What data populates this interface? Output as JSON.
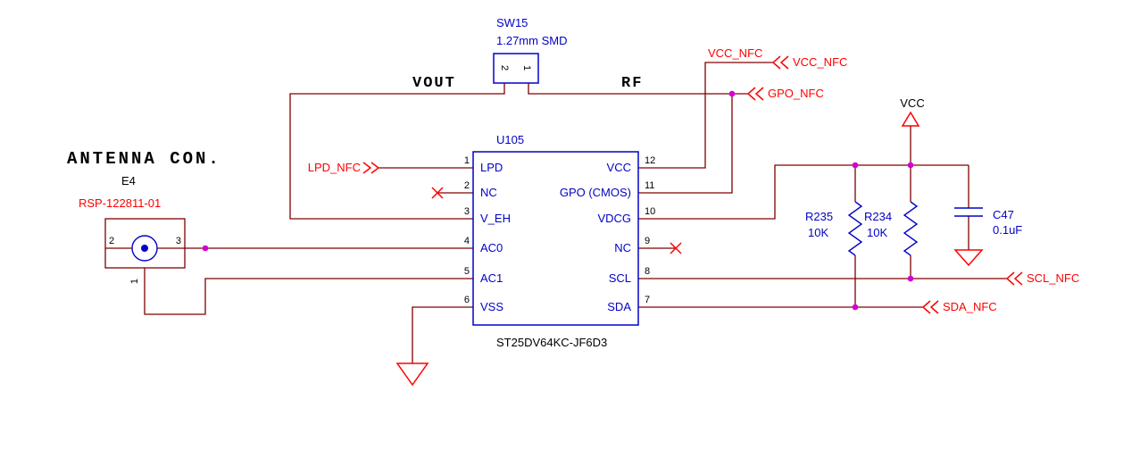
{
  "colors": {
    "bg": "#ffffff",
    "wire": "#800000",
    "blue": "#0202c8",
    "red": "#ff0000",
    "magenta": "#d400d4",
    "black": "#000000"
  },
  "labels": {
    "antenna_con": "ANTENNA CON.",
    "vout": "VOUT",
    "rf": "RF"
  },
  "sw": {
    "refdes": "SW15",
    "value": "1.27mm SMD",
    "pins": [
      "2",
      "1"
    ]
  },
  "ic": {
    "refdes": "U105",
    "part_number": "ST25DV64KC-JF6D3",
    "left_pins": [
      {
        "num": "1",
        "name": "LPD"
      },
      {
        "num": "2",
        "name": "NC"
      },
      {
        "num": "3",
        "name": "V_EH"
      },
      {
        "num": "4",
        "name": "AC0"
      },
      {
        "num": "5",
        "name": "AC1"
      },
      {
        "num": "6",
        "name": "VSS"
      }
    ],
    "right_pins": [
      {
        "num": "12",
        "name": "VCC"
      },
      {
        "num": "11",
        "name": "GPO (CMOS)"
      },
      {
        "num": "10",
        "name": "VDCG"
      },
      {
        "num": "9",
        "name": "NC"
      },
      {
        "num": "8",
        "name": "SCL"
      },
      {
        "num": "7",
        "name": "SDA"
      }
    ]
  },
  "connector": {
    "refdes": "E4",
    "part_number": "RSP-122811-01",
    "pins": [
      "2",
      "3",
      "1"
    ]
  },
  "resistors": [
    {
      "refdes": "R235",
      "value": "10K"
    },
    {
      "refdes": "R234",
      "value": "10K"
    }
  ],
  "capacitor": {
    "refdes": "C47",
    "value": "0.1uF"
  },
  "power": {
    "vcc": "VCC"
  },
  "nets": {
    "vcc_nfc": "VCC_NFC",
    "gpo_nfc": "GPO_NFC",
    "lpd_nfc": "LPD_NFC",
    "scl_nfc": "SCL_NFC",
    "sda_nfc": "SDA_NFC"
  }
}
